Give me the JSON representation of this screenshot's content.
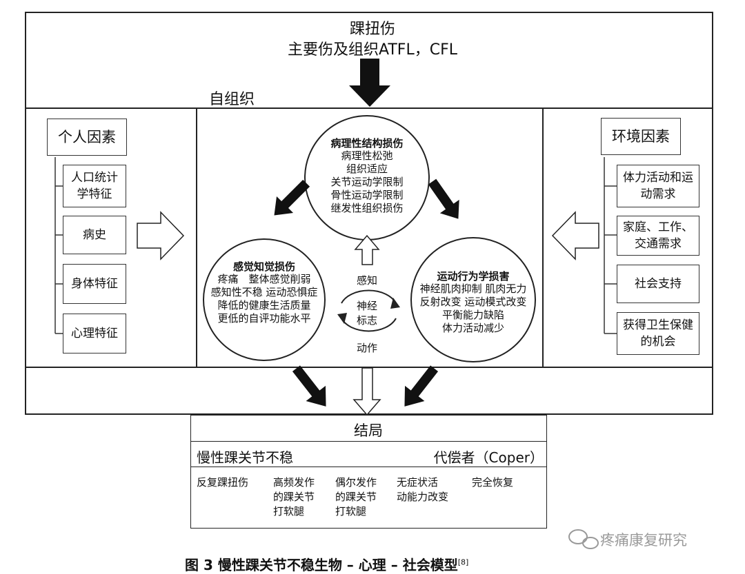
{
  "top": {
    "title": "踝扭伤",
    "subtitle": "主要伤及组织ATFL，CFL"
  },
  "middle_label": "自组织",
  "personal": {
    "title": "个人因素",
    "items": [
      "人口统计\n学特征",
      "病史",
      "身体特征",
      "心理特征"
    ]
  },
  "environment": {
    "title": "环境因素",
    "items": [
      "体力活动和运\n动需求",
      "家庭、工作、\n交通需求",
      "社会支持",
      "获得卫生保健\n的机会"
    ]
  },
  "circles": {
    "top": {
      "title": "病理性结构损伤",
      "body": "病理性松弛\n组织适应\n关节运动学限制\n骨性运动学限制\n继发性组织损伤"
    },
    "left": {
      "title": "感觉知觉损伤",
      "body": "疼痛　整体感觉削弱\n感知性不稳 运动恐惧症\n降低的健康生活质量\n更低的自评功能水平"
    },
    "right": {
      "title": "运动行为学损害",
      "body": "神经肌肉抑制 肌肉无力\n反射改变 运动模式改变\n平衡能力缺陷\n体力活动减少"
    }
  },
  "center": {
    "top_label": "感知",
    "core_label": "神经\n标志",
    "bottom_label": "动作"
  },
  "outcome": {
    "title": "结局",
    "left_label": "慢性踝关节不稳",
    "right_label": "代偿者（Coper）",
    "items": [
      "反复踝扭伤",
      "高频发作\n的踝关节\n打软腿",
      "偶尔发作\n的踝关节\n打软腿",
      "无症状活\n动能力改变",
      "完全恢复"
    ]
  },
  "caption": {
    "text": "图 3 慢性踝关节不稳生物 – 心理 – 社会模型",
    "ref": "[8]"
  },
  "watermark": "疼痛康复研究"
}
